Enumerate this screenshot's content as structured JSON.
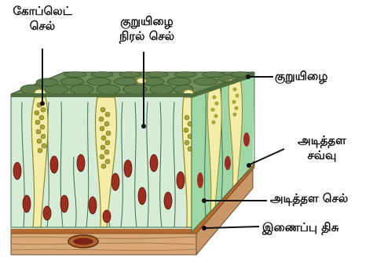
{
  "labels": {
    "goblet_line1": "கோப்லெட்",
    "goblet_line2": "செல்",
    "ciliated_line1": "குறுயிழை",
    "ciliated_line2": "நிரல் செல்",
    "cilia": "குறுயிழை",
    "basement_line1": "அடித்தள",
    "basement_line2": "சவ்வு",
    "basal_cell": "அடித்தள செல்",
    "connective": "இணைப்பு திசு"
  },
  "colors": {
    "cell_fill": "#d7ecd6",
    "side_fill": "#9fd6a6",
    "cilia_fill": "#5f7c4c",
    "goblet_fill": "#f4edaa",
    "granule": "#a8a838",
    "nucleus": "#9b2e20",
    "basement": "#b56a30",
    "tissue": "#d8a878",
    "leader": "#111111"
  }
}
